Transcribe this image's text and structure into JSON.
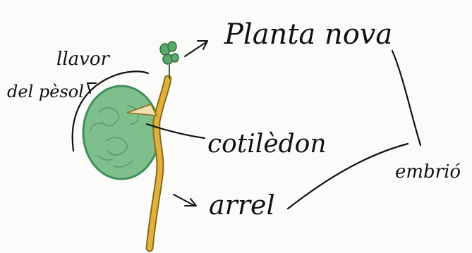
{
  "labels": {
    "seed_coat_line1": "llavor",
    "seed_coat_line2": "del pèsol",
    "new_plant": "Planta nova",
    "cotyledon": "cotilèdon",
    "root": "arrel",
    "embryo": "embrió"
  },
  "colors": {
    "ink": "#111111",
    "cotyledon_green": "#7fbf8c",
    "cotyledon_dark": "#3f8f5c",
    "stem_yellow": "#e0b23a",
    "stem_dark": "#8a6a1a",
    "leaf_green": "#5aa86a",
    "paper": "#fbfbf9"
  }
}
